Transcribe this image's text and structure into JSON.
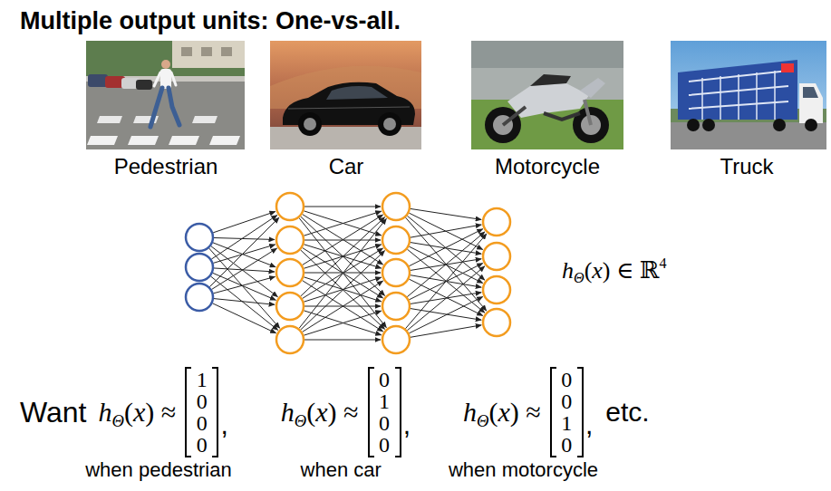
{
  "diagram": {
    "title": "Multiple output units: One-vs-all.",
    "labels": [
      "Pedestrian",
      "Car",
      "Motorcycle",
      "Truck",
      "hΘ(x) ∈ ℝ4",
      "Want",
      "hΘ(x) ≈",
      "1 0 0 0",
      ",",
      "hΘ(x) ≈",
      "0 1 0 0",
      ",",
      "hΘ(x) ≈",
      "0 0 1 0",
      ",",
      "etc.",
      "when pedestrian",
      "when car",
      "when motorcycle"
    ]
  }
}
